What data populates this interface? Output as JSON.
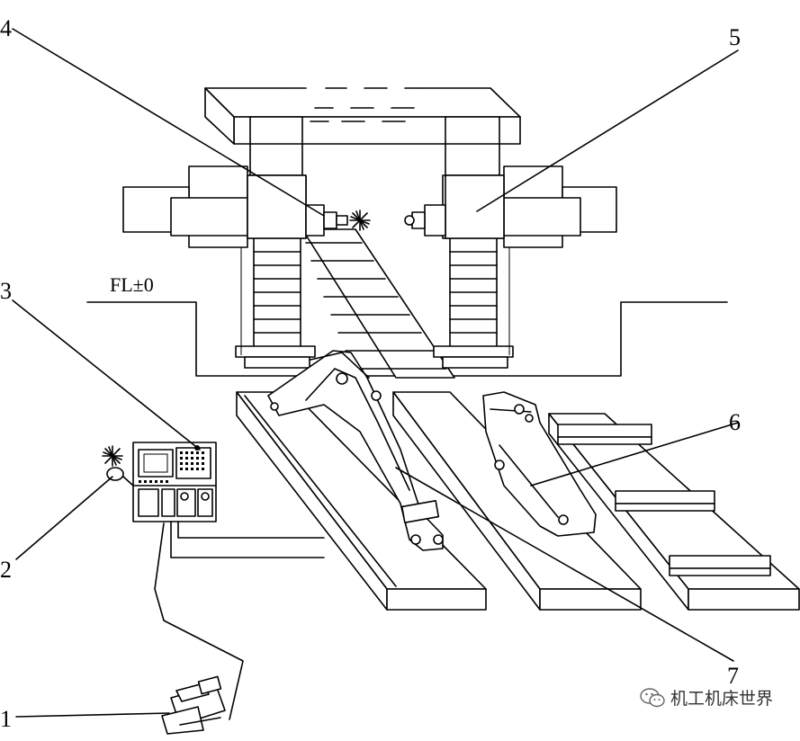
{
  "labels": {
    "l1": "1",
    "l2": "2",
    "l3": "3",
    "l4": "4",
    "l5": "5",
    "l6": "6",
    "l7": "7"
  },
  "floor_level": "FL±0",
  "watermark": {
    "icon": "wechat-icon",
    "text": "机工机床世界"
  }
}
